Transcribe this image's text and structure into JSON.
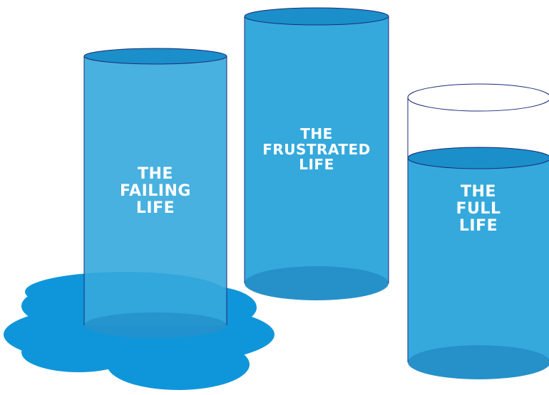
{
  "colors": {
    "background": "#ffffff",
    "water_body": "#35a9dc",
    "water_top": "#1a8fc9",
    "water_bottom": "#2691c9",
    "spill": "#0f96da",
    "outline": "#1c2a78"
  },
  "cylinders": [
    {
      "id": "failing",
      "label_lines": [
        "THE",
        "FAILING",
        "LIFE"
      ],
      "fill_level": 1.0,
      "spilling": true
    },
    {
      "id": "frustrated",
      "label_lines": [
        "THE",
        "FRUSTRATED",
        "LIFE"
      ],
      "fill_level": 1.0,
      "spilling": false
    },
    {
      "id": "full",
      "label_lines": [
        "THE",
        "FULL",
        "LIFE"
      ],
      "fill_level": 0.82,
      "spilling": false
    }
  ]
}
